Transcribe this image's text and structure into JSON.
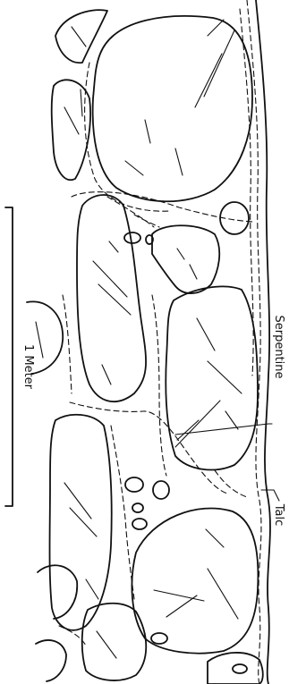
{
  "labels": {
    "serpentine": "Serpentine",
    "talc": "Talc"
  },
  "scale_bar": {
    "label": "1 Meter"
  }
}
